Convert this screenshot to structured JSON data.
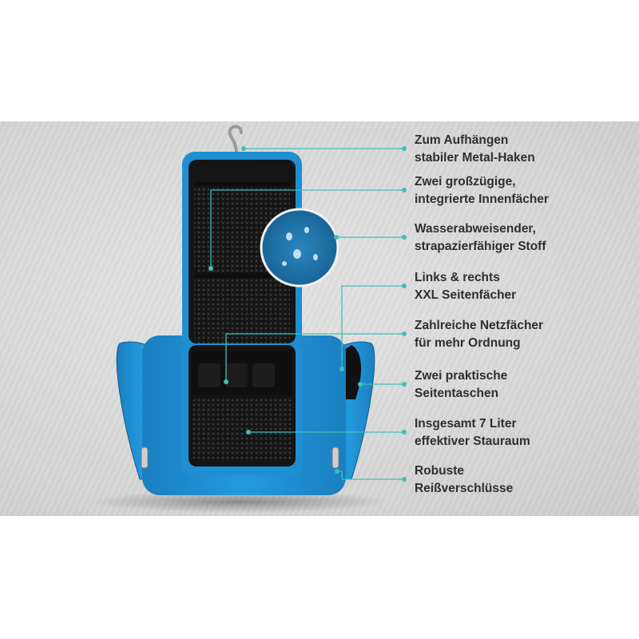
{
  "features": [
    {
      "line1": "Zum Aufhängen",
      "line2": "stabiler Metal-Haken"
    },
    {
      "line1": "Zwei großzügige,",
      "line2": "integrierte Innenfächer"
    },
    {
      "line1": "Wasserabweisender,",
      "line2": "strapazierfähiger Stoff"
    },
    {
      "line1": "Links & rechts",
      "line2": "XXL Seitenfächer"
    },
    {
      "line1": "Zahlreiche Netzfächer",
      "line2": "für mehr Ordnung"
    },
    {
      "line1": "Zwei praktische",
      "line2": "Seitentaschen"
    },
    {
      "line1": "Insgesamt 7 Liter",
      "line2": "effektiver Stauraum"
    },
    {
      "line1": "Robuste",
      "line2": "Reißverschlüsse"
    }
  ],
  "colors": {
    "accent": "#3fbfb8",
    "bag_blue": "#1f8fd3",
    "bag_inner": "#1a1a1a",
    "text": "#2f2f2f"
  }
}
